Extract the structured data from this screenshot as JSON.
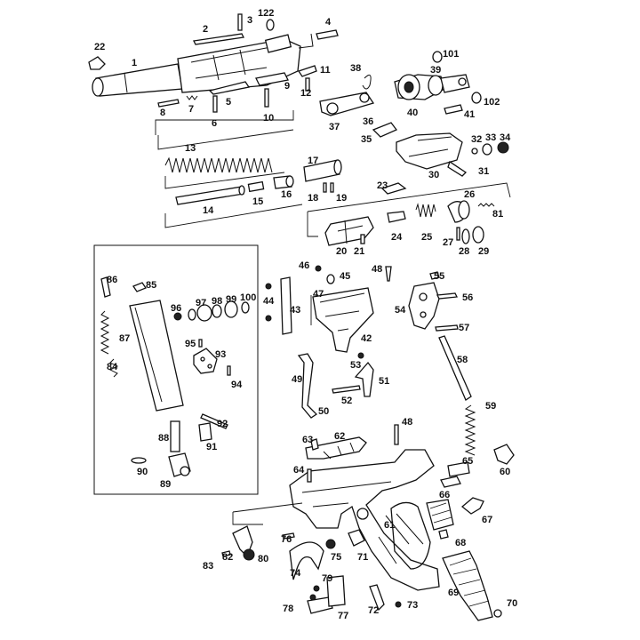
{
  "title": "",
  "parts": [
    {
      "id": "1",
      "label": "1"
    },
    {
      "id": "2",
      "label": "2"
    },
    {
      "id": "3",
      "label": "3"
    },
    {
      "id": "4",
      "label": "4"
    },
    {
      "id": "5",
      "label": "5"
    },
    {
      "id": "6",
      "label": "6"
    },
    {
      "id": "7",
      "label": "7"
    },
    {
      "id": "8",
      "label": "8"
    },
    {
      "id": "9",
      "label": "9"
    },
    {
      "id": "10",
      "label": "10"
    },
    {
      "id": "11",
      "label": "11"
    },
    {
      "id": "12",
      "label": "12"
    },
    {
      "id": "13",
      "label": "13"
    },
    {
      "id": "14",
      "label": "14"
    },
    {
      "id": "15",
      "label": "15"
    },
    {
      "id": "16",
      "label": "16"
    },
    {
      "id": "17",
      "label": "17"
    },
    {
      "id": "18",
      "label": "18"
    },
    {
      "id": "19",
      "label": "19"
    },
    {
      "id": "20",
      "label": "20"
    },
    {
      "id": "21",
      "label": "21"
    },
    {
      "id": "22",
      "label": "22"
    },
    {
      "id": "23",
      "label": "23"
    },
    {
      "id": "24",
      "label": "24"
    },
    {
      "id": "25",
      "label": "25"
    },
    {
      "id": "26",
      "label": "26"
    },
    {
      "id": "27",
      "label": "27"
    },
    {
      "id": "28",
      "label": "28"
    },
    {
      "id": "29",
      "label": "29"
    },
    {
      "id": "30",
      "label": "30"
    },
    {
      "id": "31",
      "label": "31"
    },
    {
      "id": "32",
      "label": "32"
    },
    {
      "id": "33",
      "label": "33"
    },
    {
      "id": "34",
      "label": "34"
    },
    {
      "id": "35",
      "label": "35"
    },
    {
      "id": "36",
      "label": "36"
    },
    {
      "id": "37",
      "label": "37"
    },
    {
      "id": "38",
      "label": "38"
    },
    {
      "id": "39",
      "label": "39"
    },
    {
      "id": "40",
      "label": "40"
    },
    {
      "id": "41",
      "label": "41"
    },
    {
      "id": "42",
      "label": "42"
    },
    {
      "id": "43",
      "label": "43"
    },
    {
      "id": "44",
      "label": "44"
    },
    {
      "id": "45",
      "label": "45"
    },
    {
      "id": "46",
      "label": "46"
    },
    {
      "id": "47",
      "label": "47"
    },
    {
      "id": "48a",
      "label": "48"
    },
    {
      "id": "48b",
      "label": "48"
    },
    {
      "id": "49",
      "label": "49"
    },
    {
      "id": "50",
      "label": "50"
    },
    {
      "id": "51",
      "label": "51"
    },
    {
      "id": "52",
      "label": "52"
    },
    {
      "id": "53",
      "label": "53"
    },
    {
      "id": "54",
      "label": "54"
    },
    {
      "id": "55",
      "label": "55"
    },
    {
      "id": "56",
      "label": "56"
    },
    {
      "id": "57",
      "label": "57"
    },
    {
      "id": "58",
      "label": "58"
    },
    {
      "id": "59",
      "label": "59"
    },
    {
      "id": "60",
      "label": "60"
    },
    {
      "id": "61",
      "label": "61"
    },
    {
      "id": "62",
      "label": "62"
    },
    {
      "id": "63",
      "label": "63"
    },
    {
      "id": "64",
      "label": "64"
    },
    {
      "id": "65",
      "label": "65"
    },
    {
      "id": "66",
      "label": "66"
    },
    {
      "id": "67",
      "label": "67"
    },
    {
      "id": "68",
      "label": "68"
    },
    {
      "id": "69",
      "label": "69"
    },
    {
      "id": "70",
      "label": "70"
    },
    {
      "id": "71",
      "label": "71"
    },
    {
      "id": "72",
      "label": "72"
    },
    {
      "id": "73",
      "label": "73"
    },
    {
      "id": "74",
      "label": "74"
    },
    {
      "id": "75",
      "label": "75"
    },
    {
      "id": "76",
      "label": "76"
    },
    {
      "id": "77",
      "label": "77"
    },
    {
      "id": "78",
      "label": "78"
    },
    {
      "id": "79",
      "label": "79"
    },
    {
      "id": "80",
      "label": "80"
    },
    {
      "id": "81",
      "label": "81"
    },
    {
      "id": "82",
      "label": "82"
    },
    {
      "id": "83",
      "label": "83"
    },
    {
      "id": "84",
      "label": "84"
    },
    {
      "id": "85",
      "label": "85"
    },
    {
      "id": "86",
      "label": "86"
    },
    {
      "id": "87",
      "label": "87"
    },
    {
      "id": "88",
      "label": "88"
    },
    {
      "id": "89",
      "label": "89"
    },
    {
      "id": "90",
      "label": "90"
    },
    {
      "id": "91",
      "label": "91"
    },
    {
      "id": "92",
      "label": "92"
    },
    {
      "id": "93",
      "label": "93"
    },
    {
      "id": "94",
      "label": "94"
    },
    {
      "id": "95",
      "label": "95"
    },
    {
      "id": "96",
      "label": "96"
    },
    {
      "id": "97",
      "label": "97"
    },
    {
      "id": "98",
      "label": "98"
    },
    {
      "id": "99",
      "label": "99"
    },
    {
      "id": "100",
      "label": "100"
    },
    {
      "id": "101",
      "label": "101"
    },
    {
      "id": "102",
      "label": "102"
    },
    {
      "id": "122",
      "label": "122"
    }
  ]
}
